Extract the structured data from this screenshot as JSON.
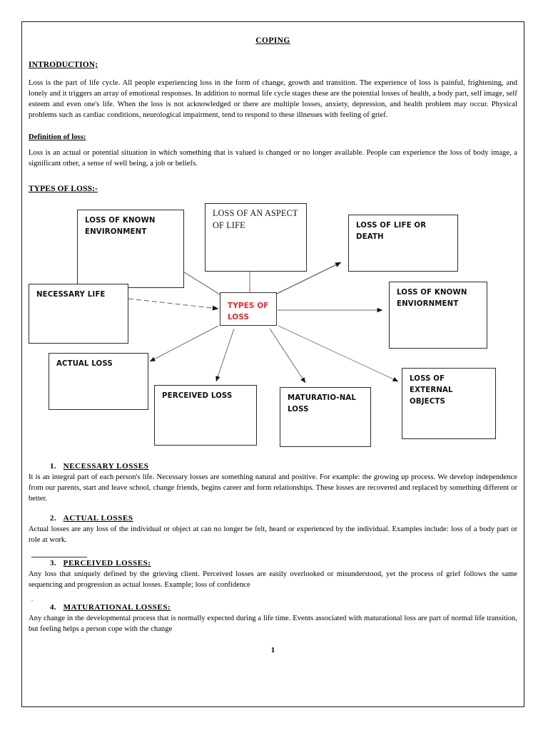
{
  "document": {
    "title": "COPING",
    "page_number": "1",
    "sections": {
      "introduction_heading": "INTRODUCTION;",
      "introduction_body": "Loss is the part of life cycle. All people experiencing loss in the form of change, growth and transition. The experience of loss is painful, frightening, and lonely and it triggers an array of emotional responses. In addition to normal life cycle stages these are the potential losses of health, a body part, self image, self esteem and even one's life. When the loss is not acknowledged or there are multiple losses, anxiety, depression, and health problem may occur. Physical problems such as cardiac conditions, neurological impairment, tend to respond to these illnesses with feeling of grief.",
      "definition_heading": "Definition of loss:",
      "definition_body": " Loss is an actual or potential situation in which something that is valued is changed or no longer available. People can experience the loss of body image, a significant other, a sense of well being, a job or beliefs.",
      "types_heading": "TYPES OF LOSS:-"
    }
  },
  "diagram": {
    "center": {
      "label": "TYPES OF LOSS",
      "color": "#e8232a"
    },
    "nodes": [
      {
        "id": "loss-of-known-environment",
        "label": "LOSS OF KNOWN ENVIRONMENT"
      },
      {
        "id": "loss-of-an-aspect-of-life",
        "label": "LOSS OF AN ASPECT OF LIFE"
      },
      {
        "id": "loss-of-life-or-death",
        "label": "LOSS OF LIFE OR DEATH"
      },
      {
        "id": "necessary-life",
        "label": "NECESSARY LIFE"
      },
      {
        "id": "loss-of-known-enviornment",
        "label": "LOSS OF KNOWN ENVIORNMENT"
      },
      {
        "id": "actual-loss",
        "label": "ACTUAL LOSS"
      },
      {
        "id": "loss-of-external-objects",
        "label": "LOSS OF EXTERNAL OBJECTS"
      },
      {
        "id": "perceived-loss",
        "label": "PERCEIVED LOSS"
      },
      {
        "id": "maturational-loss",
        "label": "MATURATIO-NAL LOSS"
      }
    ]
  },
  "types_list": [
    {
      "number": "1.",
      "title": "NECESSARY LOSSES",
      "body": "It is an integral part of each person's life. Necessary losses are something natural and positive. For example: the growing up process. We develop independence from our parents, start and leave school, change friends, begins career and form relationships. These losses are recovered and replaced by something different or better."
    },
    {
      "number": "2.",
      "title": "ACTUAL LOSSES",
      "body": "Actual losses are any loss of the individual or object at can no longer be felt, heard or experienced by the individual. Examples include: loss of a body part or role at work."
    },
    {
      "number": "3.",
      "title": "PERCEIVED LOSSES:",
      "body": "Any loss that uniquely defined by the grieving client. Perceived losses are easily overlooked or misunderstood, yet the process of grief follows the same sequencing and progression as actual losses. Example; loss of confidence"
    },
    {
      "number": "4.",
      "title": "MATURATIONAL LOSSES:",
      "body": "Any change in the developmental process that is normally expected during a life time. Events associated with maturational loss are part of normal life transition, but feeling helps a person cope with the change"
    }
  ]
}
